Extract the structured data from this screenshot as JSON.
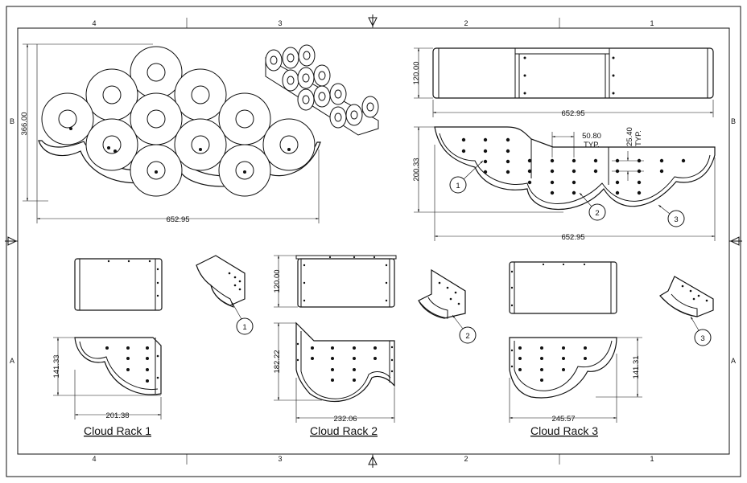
{
  "zones": {
    "columns": [
      "4",
      "3",
      "2",
      "1"
    ],
    "rows": [
      "B",
      "A"
    ]
  },
  "assembly": {
    "width_dim": "652.95",
    "height_dim": "366.00"
  },
  "front_rail": {
    "height_dim": "120.00",
    "width_dim": "652.95"
  },
  "profile": {
    "height_dim": "200.33",
    "width_dim": "652.95",
    "spacing_x": "50.80",
    "spacing_x_note": "TYP.",
    "spacing_y": "25.40",
    "spacing_y_note": "TYP.",
    "balloons": [
      "1",
      "2",
      "3"
    ]
  },
  "racks": [
    {
      "caption": "Cloud Rack 1",
      "balloon": "1",
      "width_dim": "201.38",
      "height_dim": "141.33"
    },
    {
      "caption": "Cloud Rack 2",
      "balloon": "2",
      "width_dim": "232.06",
      "height_dim": "182.22",
      "top_height_dim": "120.00"
    },
    {
      "caption": "Cloud Rack 3",
      "balloon": "3",
      "width_dim": "245.57",
      "height_dim": "141.31"
    }
  ]
}
